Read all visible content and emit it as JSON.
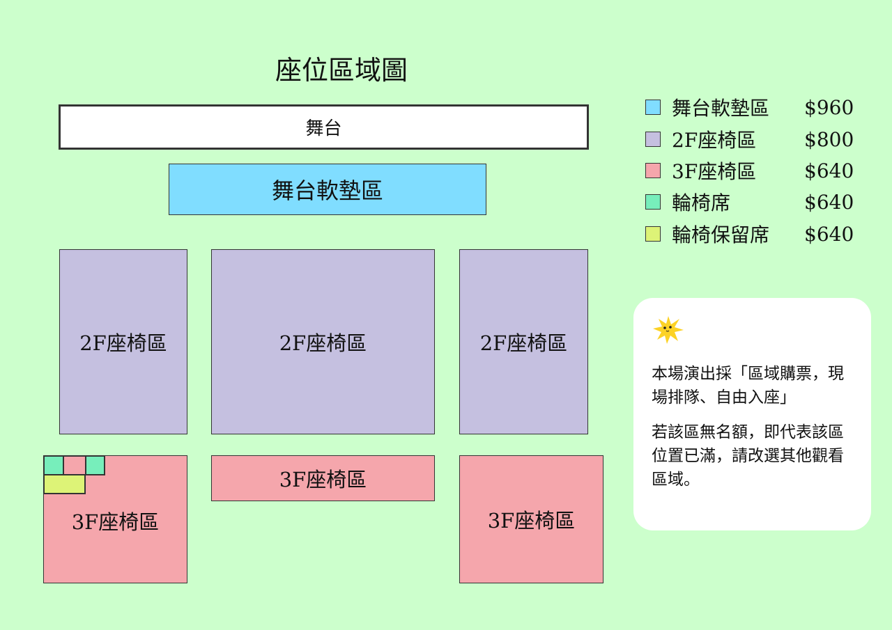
{
  "title": "座位區域圖",
  "stage": "舞台",
  "zones": {
    "cushion": "舞台軟墊區",
    "second_floor": "2F座椅區",
    "third_floor": "3F座椅區"
  },
  "legend": [
    {
      "name": "舞台軟墊區",
      "price": "$960",
      "color": "#80ddff"
    },
    {
      "name": "2F座椅區",
      "price": "$800",
      "color": "#c5c0e0"
    },
    {
      "name": "3F座椅區",
      "price": "$640",
      "color": "#f5a6ac"
    },
    {
      "name": "輪椅席",
      "price": "$640",
      "color": "#77eebb"
    },
    {
      "name": "輪椅保留席",
      "price": "$640",
      "color": "#ddf377"
    }
  ],
  "note": {
    "icon": "sun-star-icon",
    "paragraph1": "本場演出採「區域購票，現場排隊、自由入座」",
    "paragraph2": "若該區無名額，即代表該區位置已滿，請改選其他觀看區域。"
  }
}
